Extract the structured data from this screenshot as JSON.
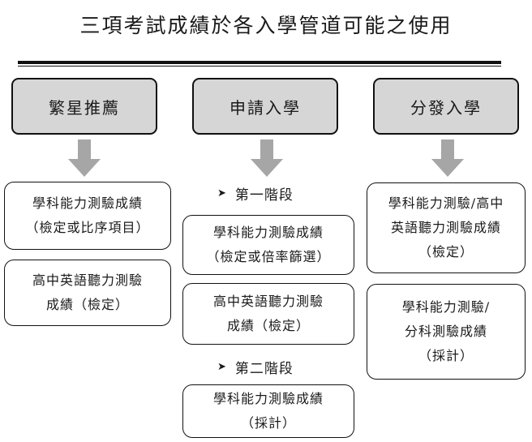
{
  "title": "三項考試成績於各入學管道可能之使用",
  "columns": [
    {
      "heading": "繁星推薦",
      "boxes": [
        {
          "lines": [
            "學科能力測驗成績",
            "（檢定或比序項目）"
          ]
        },
        {
          "lines": [
            "高中英語聽力測驗",
            "成績（檢定）"
          ]
        }
      ]
    },
    {
      "heading": "申請入學",
      "stage1": {
        "label": "第一階段",
        "marker": "➤"
      },
      "stage1_boxes": [
        {
          "lines": [
            "學科能力測驗成績",
            "（檢定或倍率篩選）"
          ]
        },
        {
          "lines": [
            "高中英語聽力測驗",
            "成績（檢定）"
          ]
        }
      ],
      "stage2": {
        "label": "第二階段",
        "marker": "➤"
      },
      "stage2_boxes": [
        {
          "lines": [
            "學科能力測驗成績",
            "（採計）"
          ]
        }
      ]
    },
    {
      "heading": "分發入學",
      "boxes": [
        {
          "lines": [
            "學科能力測驗/高中",
            "英語聽力測驗成績",
            "（檢定）"
          ]
        },
        {
          "lines": [
            "學科能力測驗/",
            "分科測驗成績",
            "（採計）"
          ]
        }
      ]
    }
  ],
  "colors": {
    "heading_fill": "#d6d6d6",
    "arrow_fill": "#a6a6a6",
    "border": "#111111"
  }
}
